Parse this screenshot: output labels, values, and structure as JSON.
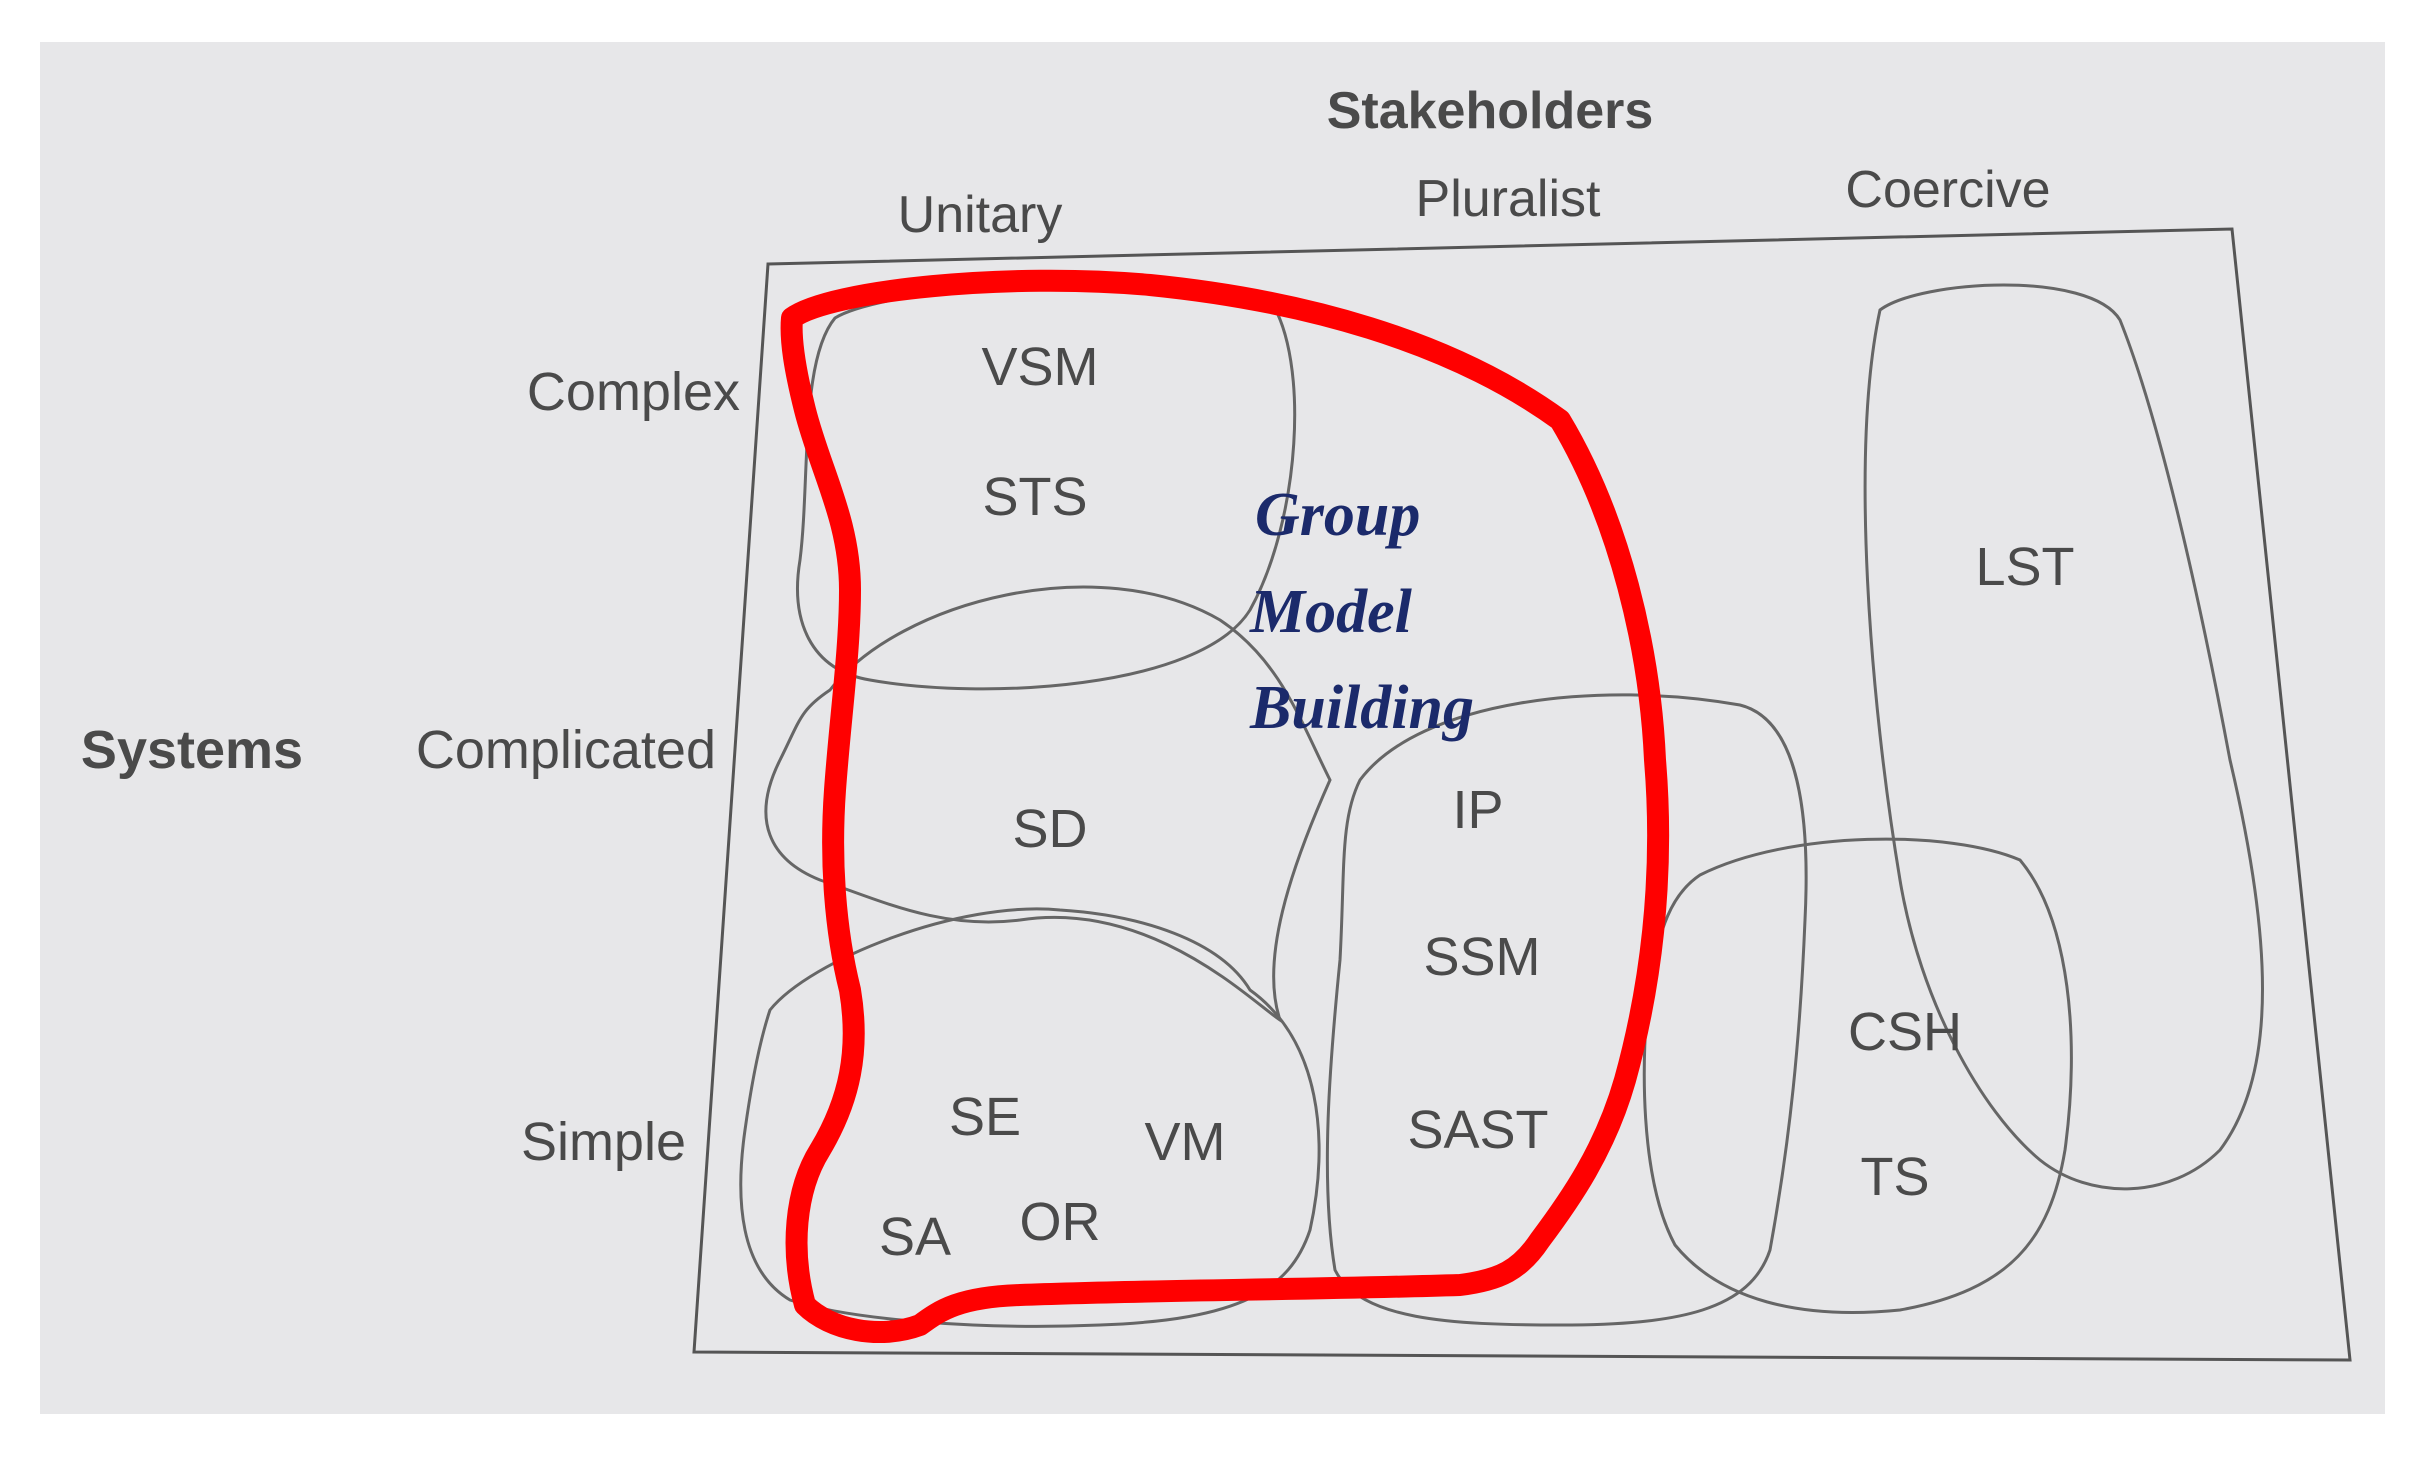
{
  "diagram": {
    "column_group_title": "Stakeholders",
    "columns": [
      "Unitary",
      "Pluralist",
      "Coercive"
    ],
    "row_group_title": "Systems",
    "rows": [
      "Complex",
      "Complicated",
      "Simple"
    ],
    "methods": [
      "VSM",
      "STS",
      "SD",
      "IP",
      "SSM",
      "SAST",
      "SE",
      "VM",
      "SA",
      "OR",
      "CSH",
      "TS",
      "LST"
    ],
    "highlight": {
      "lines": [
        "Group",
        "Model",
        "Building"
      ]
    }
  },
  "colors": {
    "paper": "#e7e7e9",
    "ink": "#4a4a4a",
    "outline": "#666666",
    "highlight_outline": "#ff0000",
    "highlight_text": "#1b2a6b"
  }
}
